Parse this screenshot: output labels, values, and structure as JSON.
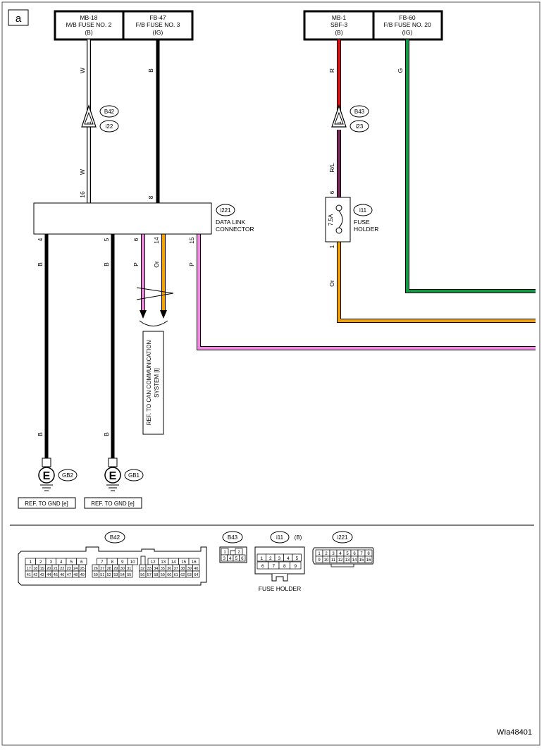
{
  "diagram": {
    "panel_label": "a",
    "figure_id": "WIa48401",
    "fuse_blocks": [
      {
        "cells": [
          {
            "lines": [
              "MB-18",
              "M/B FUSE NO. 2",
              "(B)"
            ]
          },
          {
            "lines": [
              "FB-47",
              "F/B FUSE NO. 3",
              "(IG)"
            ]
          }
        ]
      },
      {
        "cells": [
          {
            "lines": [
              "MB-1",
              "SBF-3",
              "(B)"
            ]
          },
          {
            "lines": [
              "FB-60",
              "F/B FUSE NO. 20",
              "(IG)"
            ]
          }
        ]
      }
    ],
    "wires": {
      "w1": {
        "color_code_top": "W",
        "color_code_bottom": "W",
        "connector_pin": "16",
        "color": "#ffffff"
      },
      "w2": {
        "color_code": "B",
        "connector_pin": "8",
        "color": "#000000"
      },
      "w3": {
        "color_code_top": "R",
        "color_code_mid": "R/L",
        "color": "#dd1111",
        "mid_color": "#7a2a5a"
      },
      "w4": {
        "color_code": "G",
        "color": "#119944"
      },
      "w5": {
        "color_code": "Or",
        "color": "#f5a100"
      }
    },
    "inline_connectors": {
      "left": {
        "pin": "1",
        "upper_id": "B42",
        "lower_id": "i22"
      },
      "right": {
        "pin": "1",
        "upper_id": "B43",
        "lower_id": "i23"
      }
    },
    "data_link_connector": {
      "id": "i221",
      "label_lines": [
        "DATA LINK",
        "CONNECTOR"
      ],
      "bottom_pins": [
        {
          "pin": "4",
          "color_code": "B"
        },
        {
          "pin": "5",
          "color_code": "B"
        },
        {
          "pin": "6",
          "color_code": "P"
        },
        {
          "pin": "14",
          "color_code": "Or"
        },
        {
          "pin": "15",
          "color_code": "P"
        }
      ],
      "pink_color": "#f08ae0"
    },
    "fuse_holder": {
      "id": "i11",
      "rating": "7.5A",
      "label_lines": [
        "FUSE",
        "HOLDER"
      ],
      "pin_top": "6",
      "pin_bottom": "1"
    },
    "can_reference": {
      "lines": [
        "REF. TO CAN COMMUNICATION",
        "SYSTEM [I]"
      ]
    },
    "grounds": [
      {
        "symbol": "E",
        "id": "GB2",
        "wire_code": "B",
        "ref": "REF. TO GND [e]"
      },
      {
        "symbol": "E",
        "id": "GB1",
        "wire_code": "B",
        "ref": "REF. TO GND [e]"
      }
    ],
    "connector_views": {
      "b42": {
        "id": "B42",
        "rows": [
          [
            "1",
            "2",
            "3",
            "4",
            "5",
            "6",
            "",
            "7",
            "8",
            "9",
            "10",
            "",
            "12",
            "13",
            "14",
            "15",
            "16"
          ],
          [
            "17",
            "18",
            "19",
            "20",
            "21",
            "22",
            "23",
            "24",
            "25",
            "",
            "26",
            "27",
            "28",
            "29",
            "30",
            "31",
            "",
            "32",
            "33",
            "34",
            "35",
            "36",
            "37",
            "38",
            "39",
            "40"
          ],
          [
            "41",
            "42",
            "43",
            "44",
            "45",
            "46",
            "47",
            "48",
            "49",
            "",
            "50",
            "51",
            "52",
            "53",
            "54",
            "55",
            "",
            "56",
            "57",
            "58",
            "59",
            "60",
            "61",
            "62",
            "63",
            "64"
          ]
        ]
      },
      "b43": {
        "id": "B43",
        "rows": [
          [
            "1",
            "",
            "2"
          ],
          [
            "3",
            "4",
            "5",
            "6"
          ]
        ]
      },
      "i11": {
        "id": "i11",
        "qualifier": "(B)",
        "rows": [
          [
            "1",
            "2",
            "3",
            "4",
            "5"
          ],
          [
            "6",
            "7",
            "8",
            "9"
          ]
        ],
        "caption": "FUSE HOLDER"
      },
      "i221": {
        "id": "i221",
        "rows": [
          [
            "1",
            "2",
            "3",
            "4",
            "5",
            "6",
            "7",
            "8"
          ],
          [
            "9",
            "10",
            "11",
            "12",
            "13",
            "14",
            "15",
            "16"
          ]
        ]
      }
    }
  }
}
